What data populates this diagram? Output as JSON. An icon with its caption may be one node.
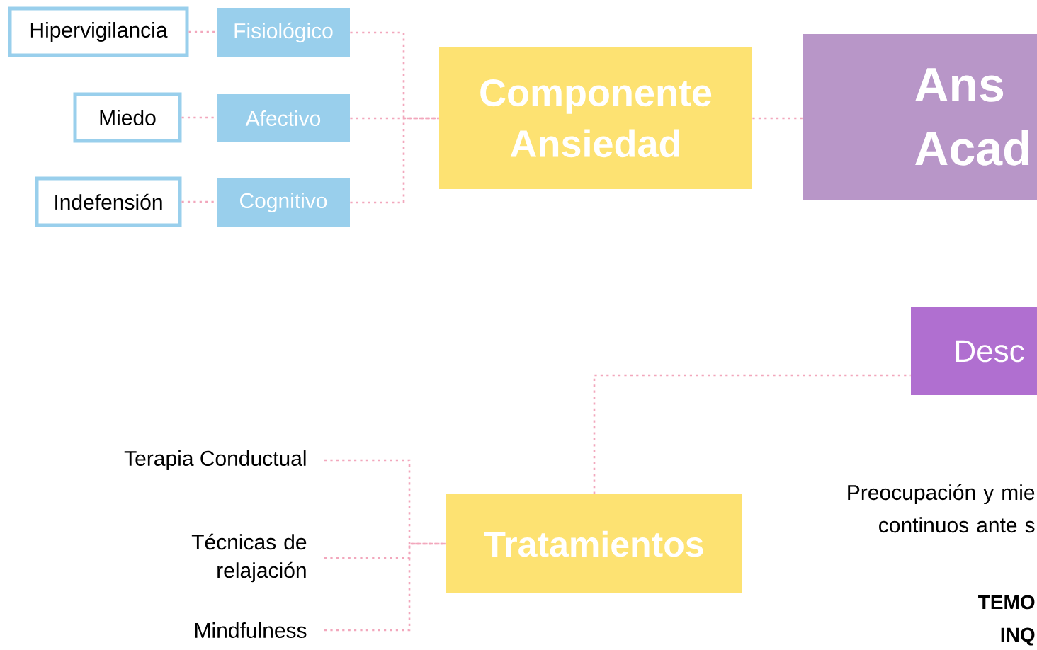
{
  "diagram": {
    "nodes": [
      {
        "text": [
          "Hipervigilancia"
        ]
      },
      {
        "text": [
          "Fisiológico"
        ]
      },
      {
        "text": [
          "Miedo"
        ]
      },
      {
        "text": [
          "Afectivo"
        ]
      },
      {
        "text": [
          "Indefensión"
        ]
      },
      {
        "text": [
          "Cognitivo"
        ]
      },
      {
        "text": [
          "Componente Ansiedad"
        ]
      },
      {
        "text": [
          "Ans Acad"
        ]
      },
      {
        "text": [
          "Desc"
        ]
      },
      {
        "text": [
          "Tratamientos"
        ]
      },
      {
        "text": [
          "Terapia Conductual"
        ]
      },
      {
        "text": [
          "Técnicas de relajación"
        ]
      },
      {
        "text": [
          "Mindfulness"
        ]
      }
    ],
    "edges": [
      {
        "from": 0,
        "to": 1,
        "arrow": "none"
      },
      {
        "from": 2,
        "to": 3,
        "arrow": "none"
      },
      {
        "from": 4,
        "to": 5,
        "arrow": "none"
      },
      {
        "from": 1,
        "to": 6,
        "arrow": "none"
      },
      {
        "from": 3,
        "to": 6,
        "arrow": "none"
      },
      {
        "from": 5,
        "to": 6,
        "arrow": "none"
      },
      {
        "from": 6,
        "to": 7,
        "arrow": "none"
      },
      {
        "from": 9,
        "to": 8,
        "arrow": "none"
      },
      {
        "from": 10,
        "to": 9,
        "arrow": "none"
      },
      {
        "from": 11,
        "to": 9,
        "arrow": "none"
      },
      {
        "from": 12,
        "to": 9,
        "arrow": "none"
      }
    ],
    "labels": [
      "Preocupación y mie continuos ante s",
      "TEMO INQ"
    ]
  }
}
